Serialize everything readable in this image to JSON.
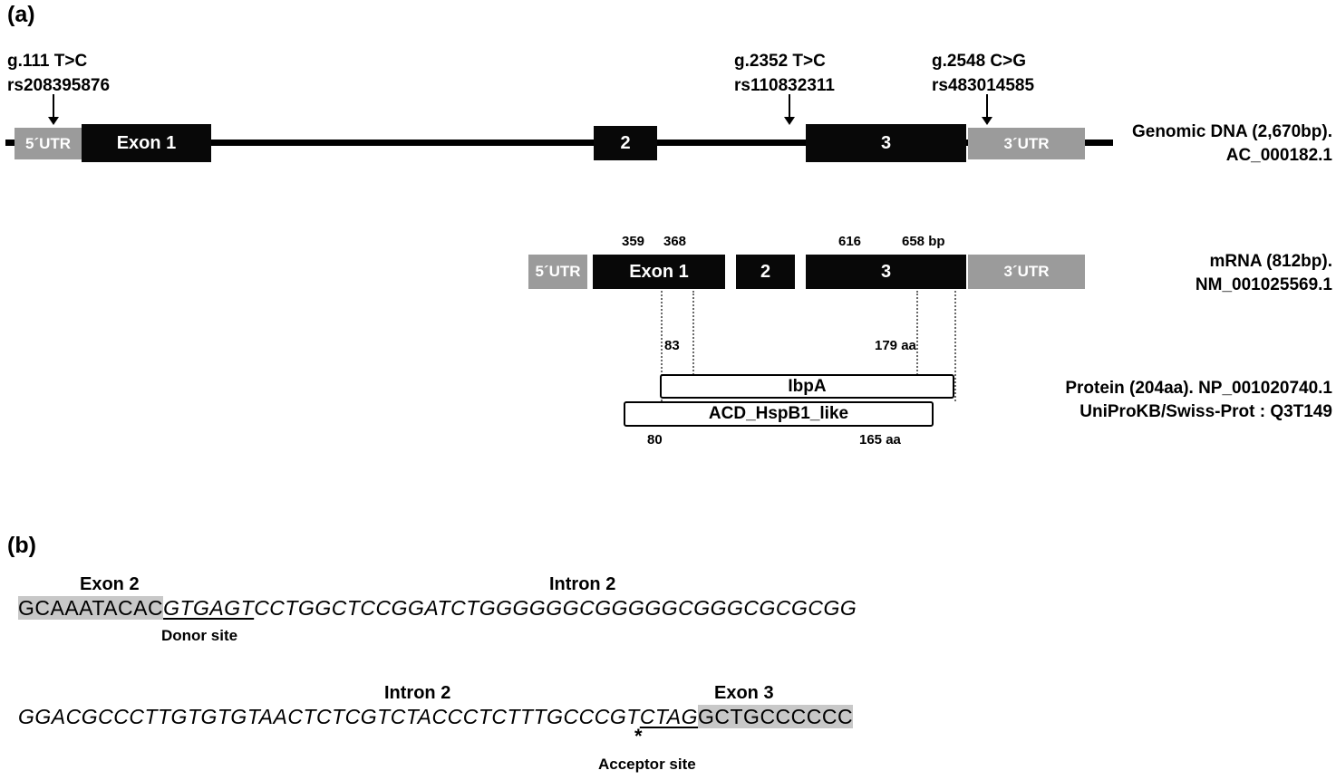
{
  "colors": {
    "utr_box": "#9b9b9b",
    "exon_box": "#080808",
    "sequence_highlight": "#c8c8c8"
  },
  "panel_a": {
    "label": "(a)",
    "snps": [
      {
        "mutation": "g.111 T>C",
        "rsid": "rs208395876"
      },
      {
        "mutation": "g.2352 T>C",
        "rsid": "rs110832311"
      },
      {
        "mutation": "g.2548 C>G",
        "rsid": "rs483014585"
      }
    ],
    "genomic": {
      "utr5": "5´UTR",
      "exon1": "Exon 1",
      "exon2": "2",
      "exon3": "3",
      "utr3": "3´UTR",
      "caption_line1": "Genomic DNA (2,670bp).",
      "caption_line2": "AC_000182.1"
    },
    "mrna": {
      "pos_359": "359",
      "pos_368": "368",
      "pos_616": "616",
      "pos_658": "658 bp",
      "utr5": "5´UTR",
      "exon1": "Exon 1",
      "exon2": "2",
      "exon3": "3",
      "utr3": "3´UTR",
      "caption_line1": "mRNA (812bp).",
      "caption_line2": "NM_001025569.1"
    },
    "protein": {
      "pos_83": "83",
      "pos_179": "179 aa",
      "domain_ibpa": "IbpA",
      "domain_acd": "ACD_HspB1_like",
      "pos_80": "80",
      "pos_165": "165 aa",
      "caption_line1": "Protein (204aa). NP_001020740.1",
      "caption_line2": "UniProKB/Swiss-Prot : Q3T149"
    }
  },
  "panel_b": {
    "label": "(b)",
    "line1": {
      "exon_header": "Exon 2",
      "intron_header": "Intron 2",
      "exon_seq": "GCAAATACAC",
      "donor_seq": "GTGAGT",
      "intron_seq": "CCTGGCTCCGGATCTGGGGGGCGGGGGCGGGCGCGCGG",
      "donor_label": "Donor site"
    },
    "line2": {
      "intron_header": "Intron 2",
      "exon_header": "Exon 3",
      "intron_seq": "GGACGCCCTTGTGTGTAACTCTCGTCTACCCTCTTTGCCCGT",
      "acceptor_seq": "CTAG",
      "exon_seq": "GCTGCCCCCC",
      "asterisk": "*",
      "acceptor_label": "Acceptor site"
    }
  }
}
